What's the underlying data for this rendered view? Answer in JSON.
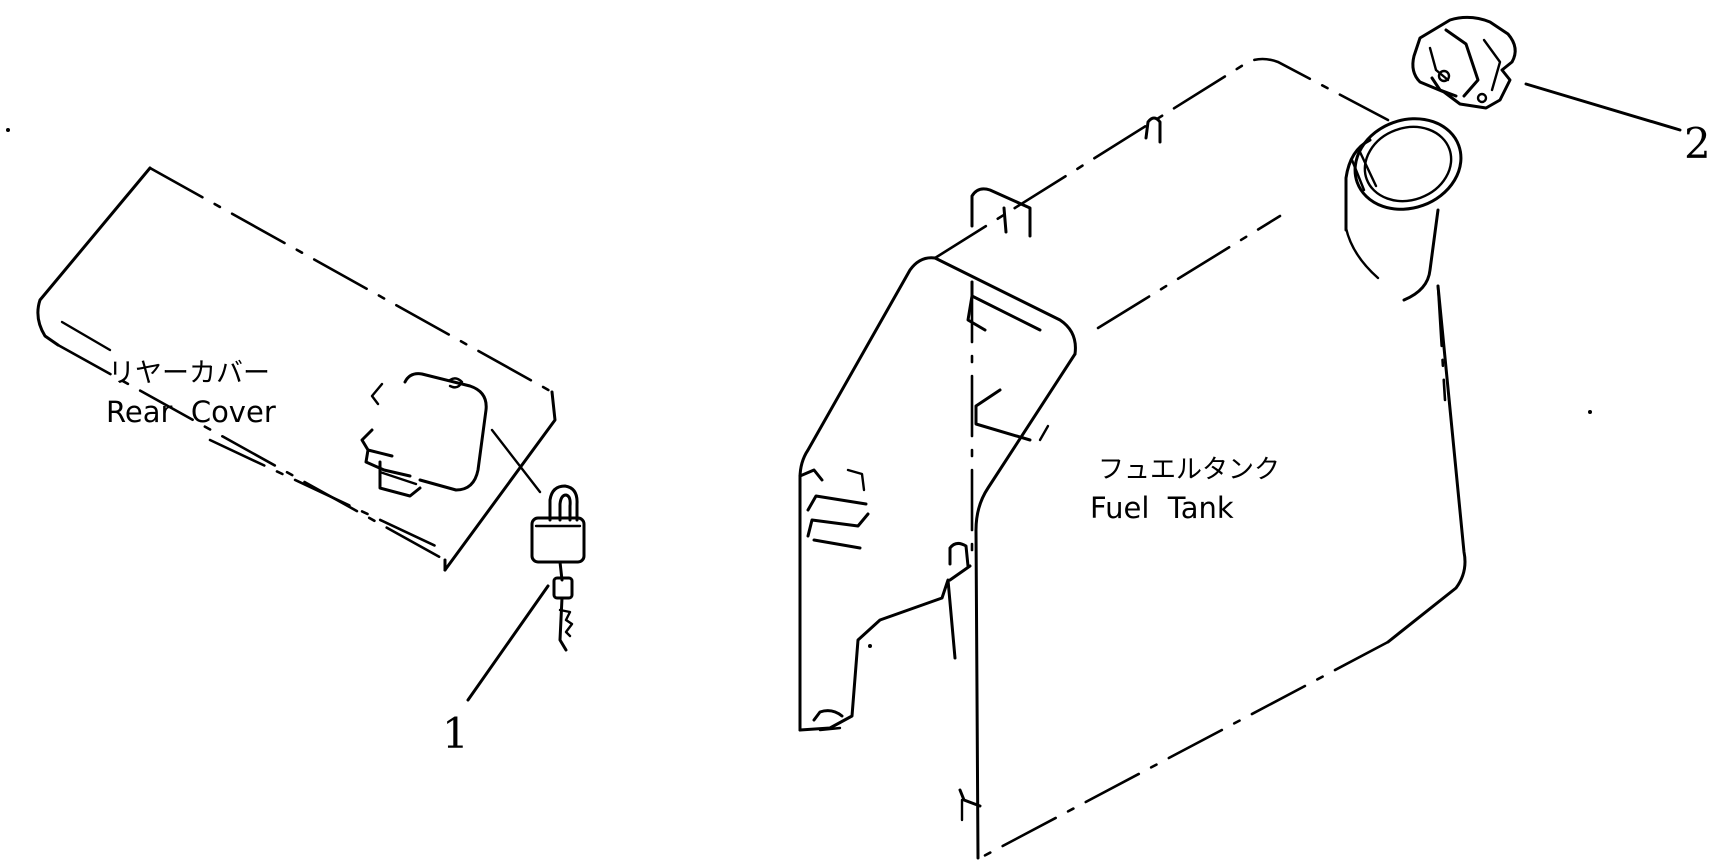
{
  "labels": {
    "rear_cover_jp": "リヤーカバー",
    "rear_cover_en": "Rear  Cover",
    "fuel_tank_jp": "フュエルタンク",
    "fuel_tank_en": "Fuel  Tank"
  },
  "callouts": {
    "padlock": "1",
    "fuel_cap": "2"
  }
}
